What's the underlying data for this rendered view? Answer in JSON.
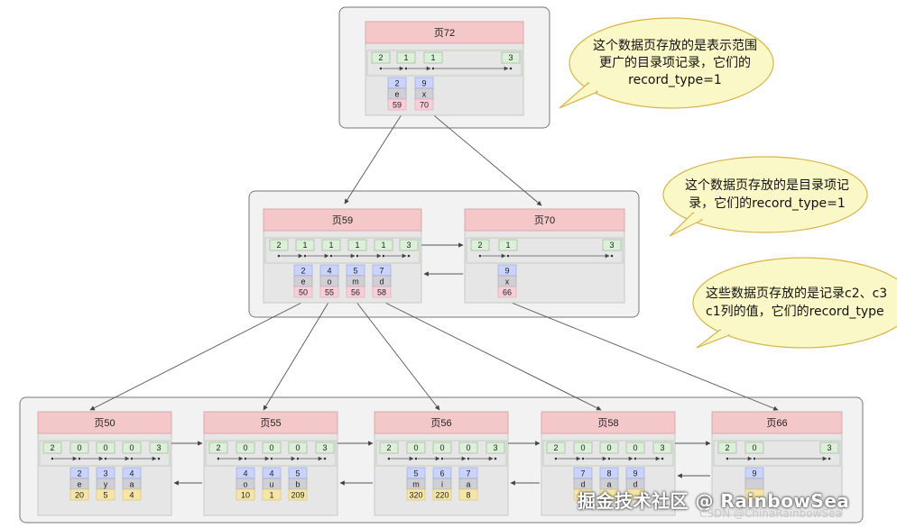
{
  "pages": {
    "p72": {
      "title": "页72",
      "headers": [
        "2",
        "1",
        "1",
        "3"
      ],
      "records": [
        {
          "c2": "2",
          "c3": "e",
          "c1": "59"
        },
        {
          "c2": "9",
          "c3": "x",
          "c1": "70"
        }
      ]
    },
    "p59": {
      "title": "页59",
      "headers": [
        "2",
        "1",
        "1",
        "1",
        "1",
        "3"
      ],
      "records": [
        {
          "c2": "2",
          "c3": "e",
          "c1": "50"
        },
        {
          "c2": "4",
          "c3": "o",
          "c1": "55"
        },
        {
          "c2": "5",
          "c3": "m",
          "c1": "56"
        },
        {
          "c2": "7",
          "c3": "d",
          "c1": "58"
        }
      ]
    },
    "p70": {
      "title": "页70",
      "headers": [
        "2",
        "1",
        "3"
      ],
      "records": [
        {
          "c2": "9",
          "c3": "x",
          "c1": "66"
        }
      ]
    },
    "p50": {
      "title": "页50",
      "headers": [
        "2",
        "0",
        "0",
        "0",
        "3"
      ],
      "records": [
        {
          "c2": "2",
          "c3": "e",
          "c1": "20"
        },
        {
          "c2": "3",
          "c3": "y",
          "c1": "5"
        },
        {
          "c2": "4",
          "c3": "a",
          "c1": "4"
        }
      ]
    },
    "p55": {
      "title": "页55",
      "headers": [
        "2",
        "0",
        "0",
        "0",
        "3"
      ],
      "records": [
        {
          "c2": "4",
          "c3": "o",
          "c1": "10"
        },
        {
          "c2": "4",
          "c3": "u",
          "c1": "1"
        },
        {
          "c2": "5",
          "c3": "b",
          "c1": "209"
        }
      ]
    },
    "p56": {
      "title": "页56",
      "headers": [
        "2",
        "0",
        "0",
        "0",
        "3"
      ],
      "records": [
        {
          "c2": "5",
          "c3": "m",
          "c1": "320"
        },
        {
          "c2": "6",
          "c3": "i",
          "c1": "220"
        },
        {
          "c2": "7",
          "c3": "a",
          "c1": "8"
        }
      ]
    },
    "p58": {
      "title": "页58",
      "headers": [
        "2",
        "0",
        "0",
        "0",
        "3"
      ],
      "records": [
        {
          "c2": "7",
          "c3": "d",
          "c1": ""
        },
        {
          "c2": "8",
          "c3": "a",
          "c1": ""
        },
        {
          "c2": "9",
          "c3": "d",
          "c1": ""
        }
      ]
    },
    "p66": {
      "title": "页66",
      "headers": [
        "2",
        "0",
        "3"
      ],
      "records": [
        {
          "c2": "9",
          "c3": "",
          "c1": ""
        }
      ]
    }
  },
  "callouts": {
    "top": [
      "这个数据页存放的是表示范围",
      "更广的目录项记录，它们的",
      "record_type=1"
    ],
    "middle": [
      "这个数据页存放的是目录项记",
      "录，它们的record_type=1"
    ],
    "bottom": [
      "这些数据页存放的是记录c2、c3",
      "c1列的值，它们的record_type"
    ]
  },
  "watermark": {
    "main": "掘金技术社区 @ RainbowSea",
    "sub": "CSDN @ChinaRainbowSea"
  },
  "colors": {
    "page_header": "#f4c7c9",
    "page_body": "#e6e6e6",
    "header_cell": "#dcefd8",
    "key_cell": "#c9d3fb",
    "col3_cell": "#cfcfd6",
    "c1_internal": "#f6cfd8",
    "c1_leaf": "#f5e6a8",
    "callout_fill": "#fbf8c8",
    "callout_stroke": "#d8b44a",
    "group_stroke": "#777777"
  }
}
